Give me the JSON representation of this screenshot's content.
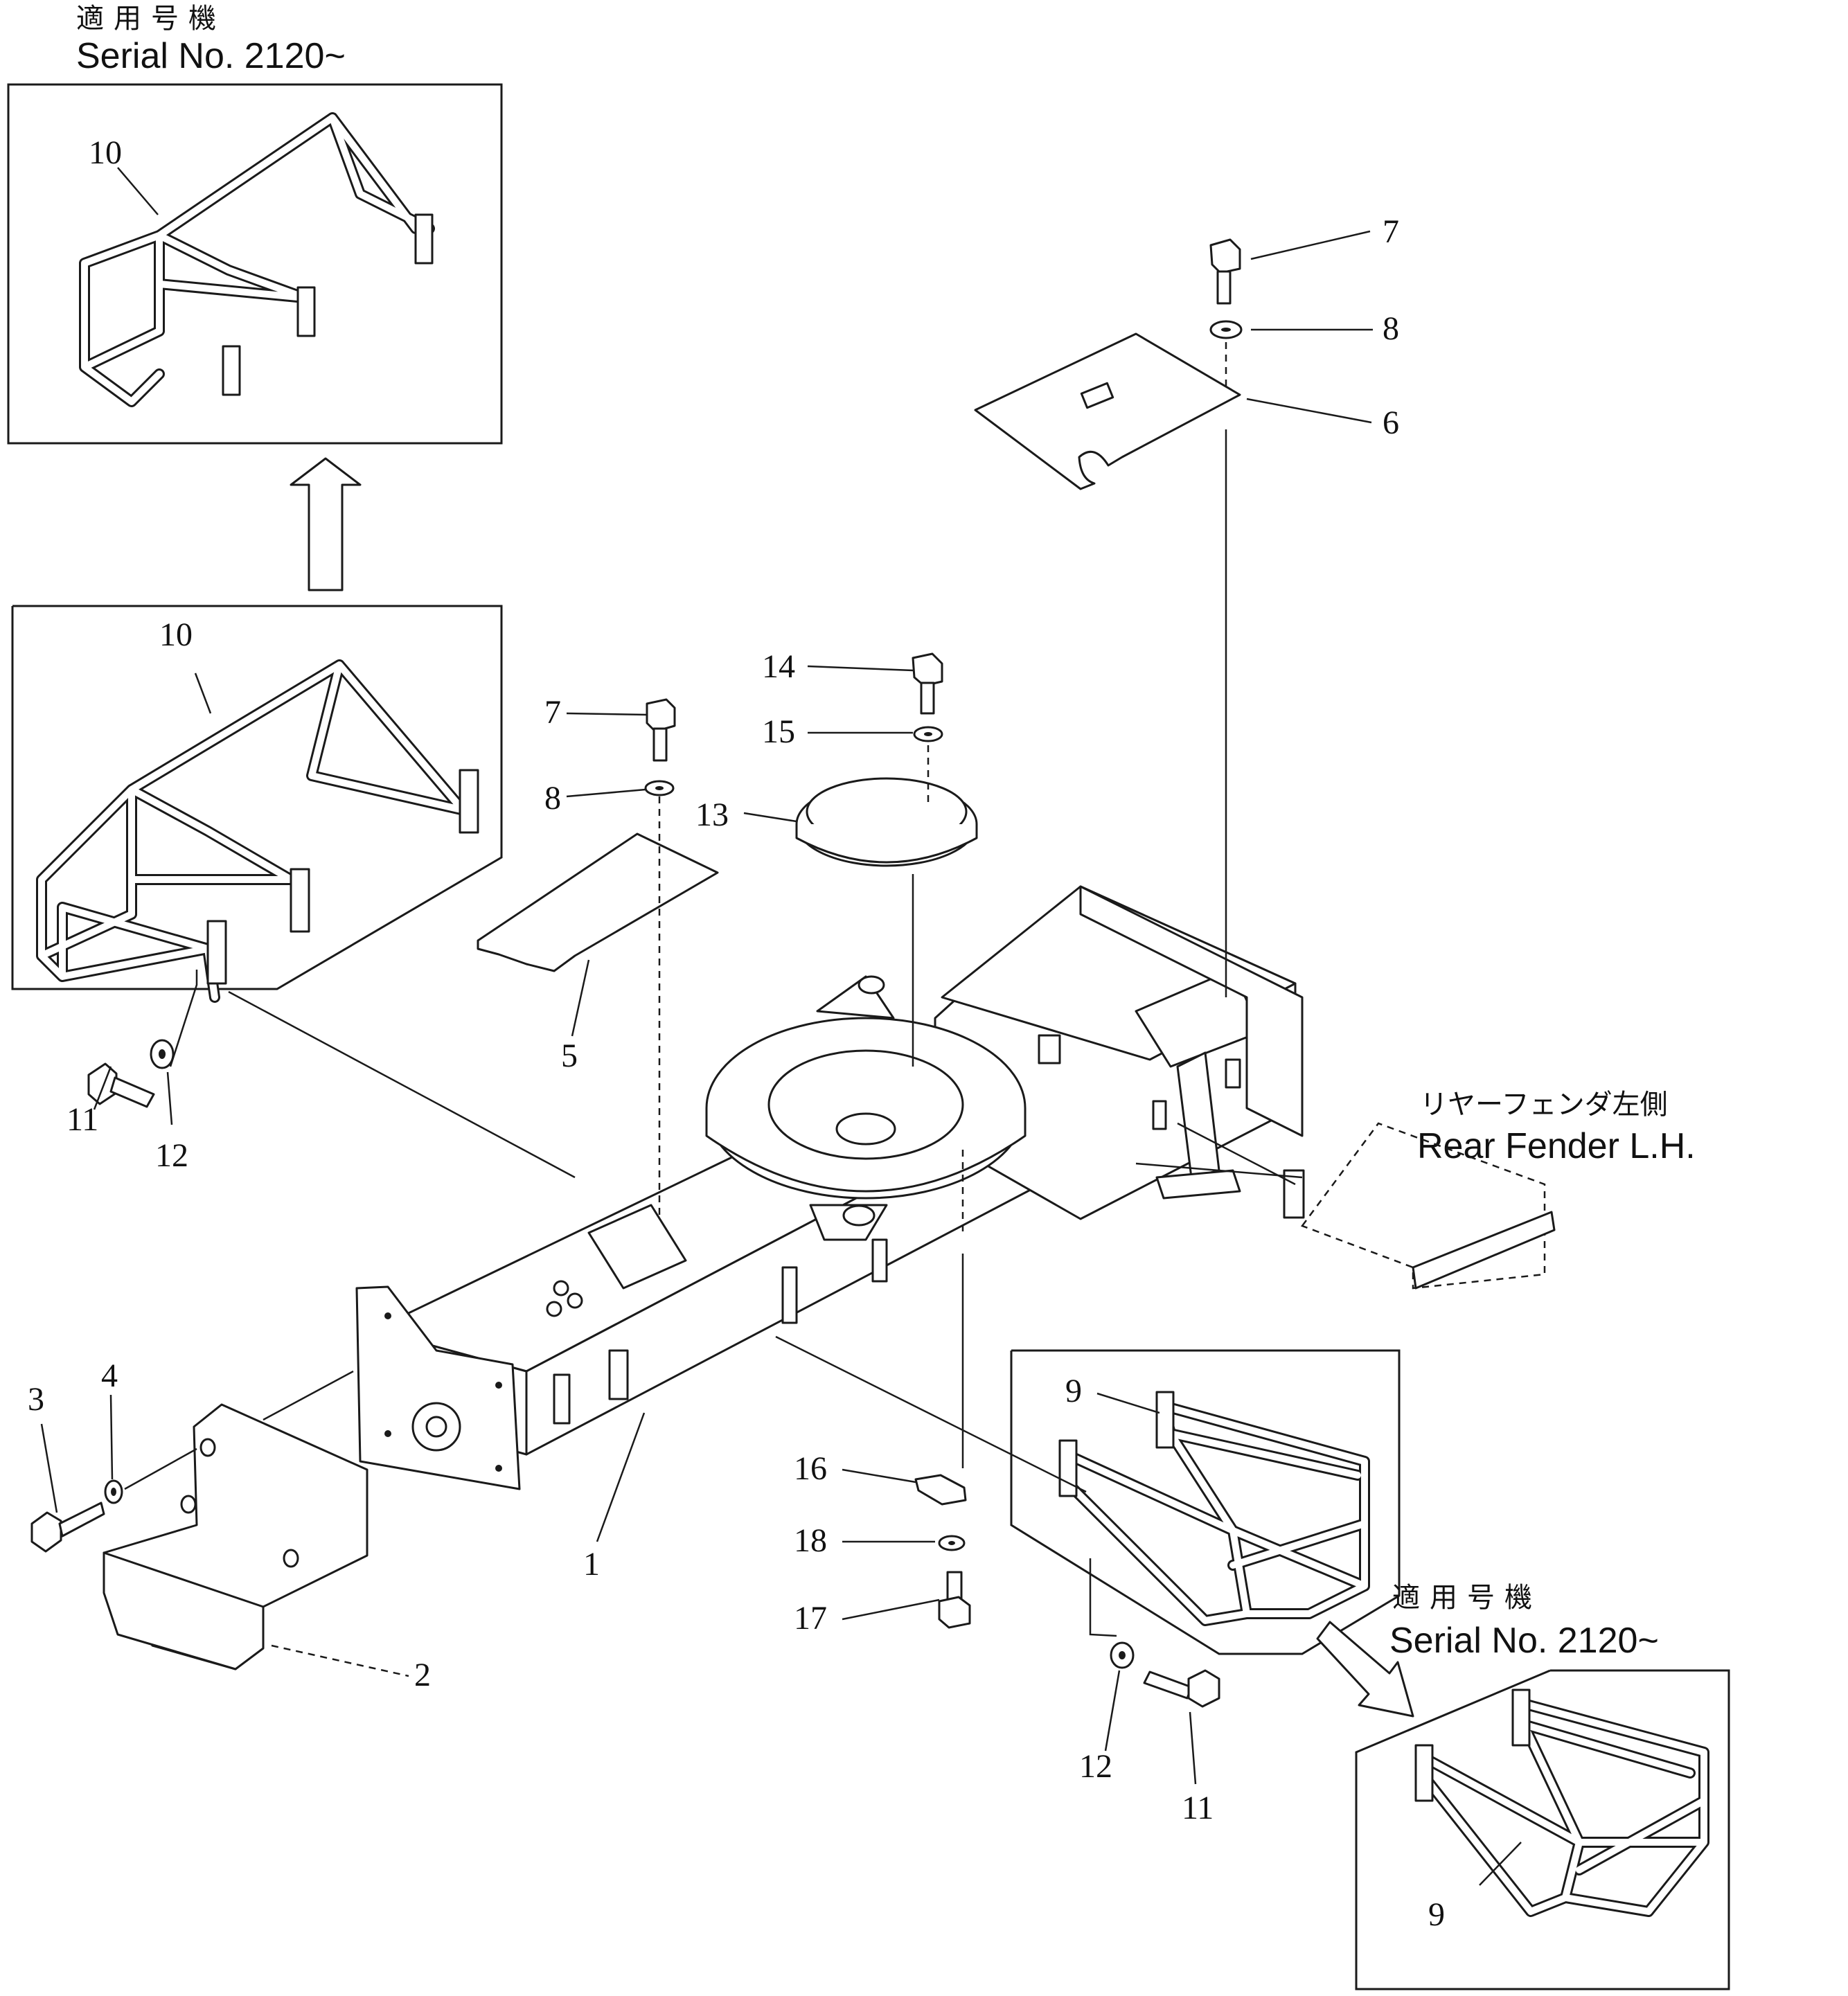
{
  "header_top_left": {
    "jp": "適用号機",
    "en": "Serial No. 2120~"
  },
  "header_bottom_right": {
    "jp": "適用号機",
    "en": "Serial No. 2120~"
  },
  "rear_fender": {
    "jp": "リヤーフェンダ左側",
    "en": "Rear Fender L.H."
  },
  "labels": {
    "p1": "1",
    "p2": "2",
    "p3": "3",
    "p4": "4",
    "p5": "5",
    "p6": "6",
    "p7a": "7",
    "p7b": "7",
    "p8a": "8",
    "p8b": "8",
    "p9a": "9",
    "p9b": "9",
    "p10a": "10",
    "p10b": "10",
    "p11a": "11",
    "p11b": "11",
    "p12a": "12",
    "p12b": "12",
    "p13": "13",
    "p14": "14",
    "p15": "15",
    "p16": "16",
    "p17": "17",
    "p18": "18"
  }
}
